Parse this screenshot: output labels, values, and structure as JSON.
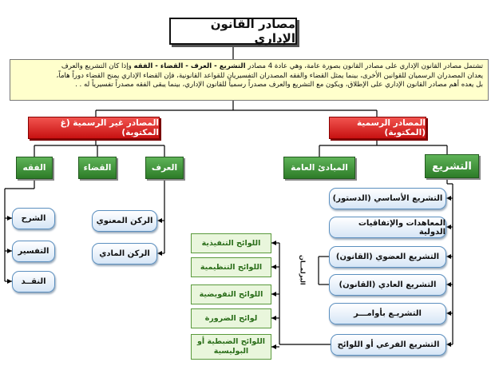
{
  "title": "مصادر القانون الإداري",
  "intro": {
    "line1_start": "تشتمل مصادر القانون الإداري على مصادر القانون بصورة عامة، وهي عادة 4 مصادر",
    "line1_bold": "التشريع - العرف - القضاء - الفقه",
    "line1_end": "وإذا كان التشريع والعرف",
    "line2": "يعدان المصدران الرسميان للقوانين الأخرى، بينما يمثل القضاء والفقه المصدران التفسيريان للقواعد القانونية، فإن القضاء الإداري يمنح القضاء دوراً هاماً،",
    "line3": "بل يعده أهم مصادر القانون الإداري على الإطلاق، ويكون مع التشريع والعرف مصدراً رسمياً للقانون الإداري، بينما يبقى الفقه مصدراً تفسيرياً له . ."
  },
  "categories": {
    "official": "المصادر الرسمية (المكتوبة)",
    "unofficial": "المصادر غير الرسمية (غ المكتوبة)"
  },
  "sources": {
    "legislation": "التشريع",
    "general_principles": "المبادئ العامة",
    "custom": "العرف",
    "judiciary": "القضاء",
    "jurisprudence": "الفقه"
  },
  "custom_pillars": [
    "الركن المعنوي",
    "الركن المادي"
  ],
  "jurisprudence_roles": [
    "الشرح",
    "التفسير",
    "النقــد"
  ],
  "legislation_types": [
    "التشريع الأساسي (الدستور)",
    "المعاهدات والإتفاقيات الدولية",
    "التشريع العضوي (القانون)",
    "التشريع العادي (القانون)",
    "التشريـع بأوامـــر",
    "التشريع الفرعي أو اللوائح"
  ],
  "parliament_label": "البرلمــان",
  "regulations": [
    "اللوائح التنفيذية",
    "اللوائح التنظيمية",
    "اللوائح التفويضية",
    "لوائح الضرورة",
    "اللوائح الضبطية أو البوليسية"
  ],
  "colors": {
    "red": "#d11a1a",
    "green": "#3a8a33",
    "light_blue": "#d6e6f6",
    "light_green": "#e9f6dc",
    "intro_bg": "#ffffcc"
  }
}
